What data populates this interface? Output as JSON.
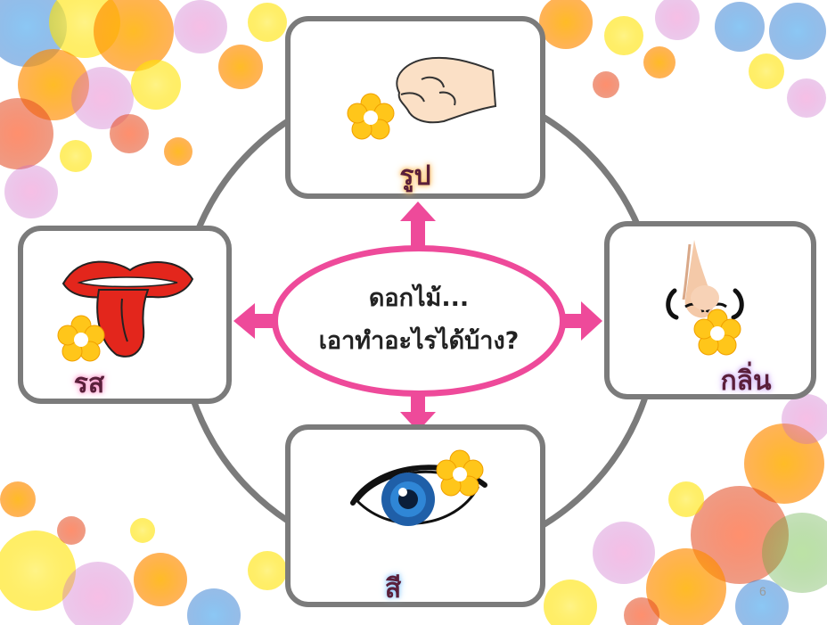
{
  "center": {
    "line1": "ดอกไม้...",
    "line2": "เอาทำอะไรได้บ้าง?"
  },
  "cards": {
    "top": {
      "label": "รูป",
      "icon": "hand-holding-flower-icon"
    },
    "left": {
      "label": "รส",
      "icon": "tongue-lips-icon"
    },
    "right": {
      "label": "กลิ่น",
      "icon": "nose-icon"
    },
    "bottom": {
      "label": "สี",
      "icon": "eye-icon"
    }
  },
  "flower_icon": "flower-icon",
  "page_number": "6",
  "colors": {
    "ring": "#7b7b7b",
    "card_border": "#7b7b7b",
    "ellipse_border": "#ee4a9a",
    "arrows": "#ee4a9a",
    "flower_petals": "#ffc61a",
    "flower_center": "#ffffff"
  }
}
